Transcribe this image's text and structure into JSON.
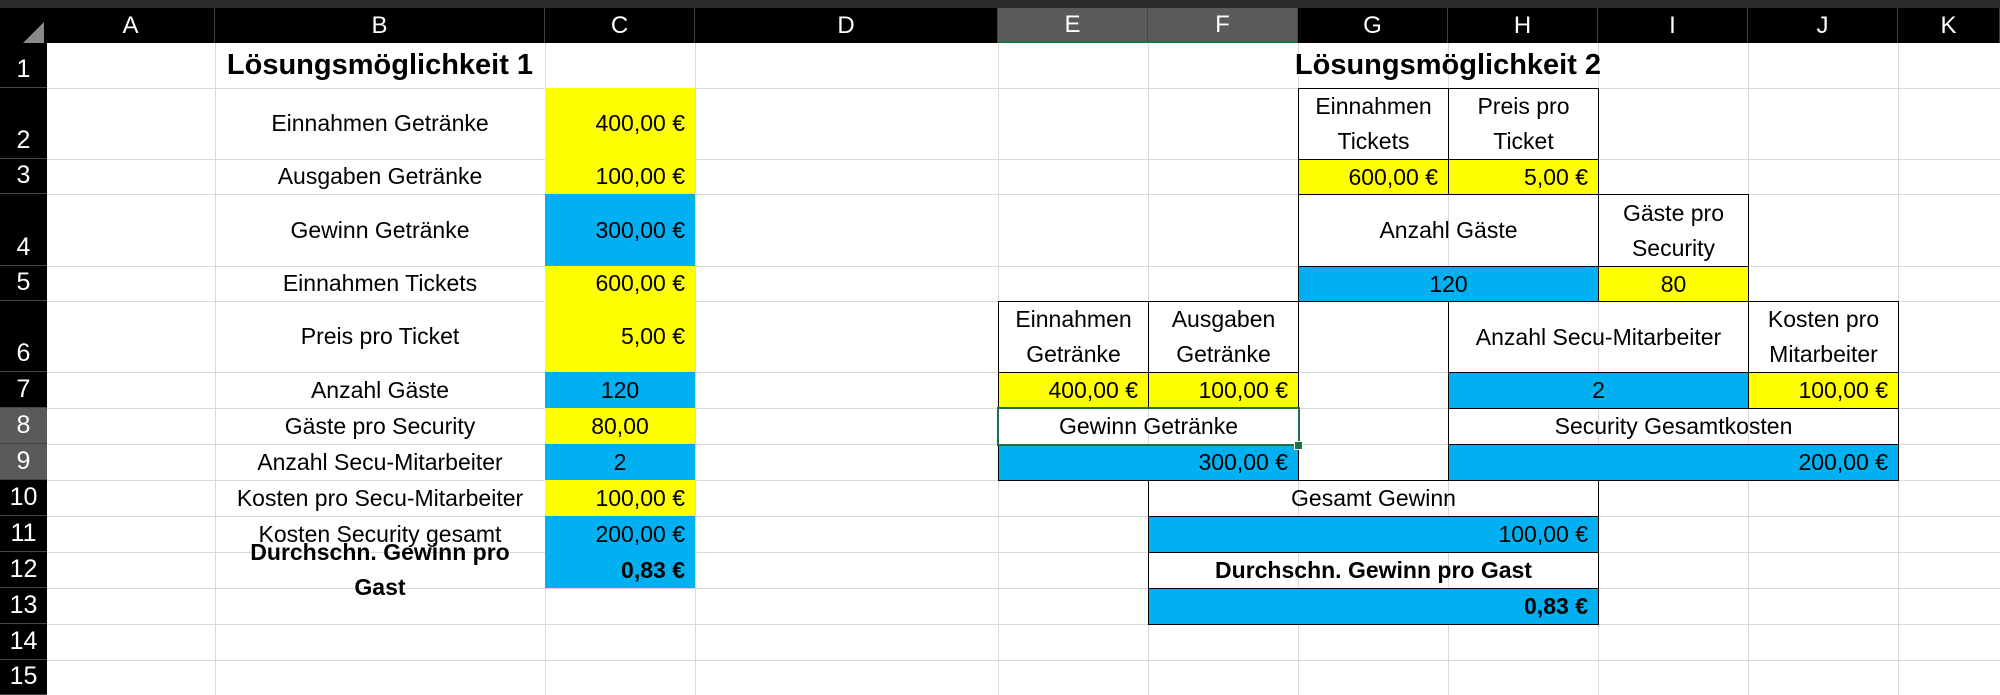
{
  "columns": [
    "A",
    "B",
    "C",
    "D",
    "E",
    "F",
    "G",
    "H",
    "I",
    "J",
    "K"
  ],
  "rows": [
    "1",
    "2",
    "3",
    "4",
    "5",
    "6",
    "7",
    "8",
    "9",
    "10",
    "11",
    "12",
    "13",
    "14",
    "15"
  ],
  "solution1": {
    "title": "Lösungsmöglichkeit 1",
    "items": [
      {
        "label": "Einnahmen Getränke",
        "value": "400,00 €"
      },
      {
        "label": "Ausgaben Getränke",
        "value": "100,00 €"
      },
      {
        "label": "Gewinn Getränke",
        "value": "300,00 €"
      },
      {
        "label": "Einnahmen Tickets",
        "value": "600,00 €"
      },
      {
        "label": "Preis pro Ticket",
        "value": "5,00 €"
      },
      {
        "label": "Anzahl Gäste",
        "value": "120"
      },
      {
        "label": "Gäste pro Security",
        "value": "80,00"
      },
      {
        "label": "Anzahl Secu-Mitarbeiter",
        "value": "2"
      },
      {
        "label": "Kosten pro Secu-Mitarbeiter",
        "value": "100,00 €"
      },
      {
        "label": "Kosten Security gesamt",
        "value": "200,00 €"
      },
      {
        "label": "Durchschn. Gewinn pro Gast",
        "value": "0,83 €"
      }
    ]
  },
  "solution2": {
    "title": "Lösungsmöglichkeit 2",
    "einnahmen_tickets": {
      "label": "Einnahmen Tickets",
      "value": "600,00 €"
    },
    "preis_pro_ticket": {
      "label": "Preis pro Ticket",
      "value": "5,00 €"
    },
    "anzahl_gaeste": {
      "label": "Anzahl Gäste",
      "value": "120"
    },
    "gaeste_pro_security": {
      "label": "Gäste pro Security",
      "value": "80"
    },
    "einnahmen_getraenke": {
      "label": "Einnahmen Getränke",
      "value": "400,00 €"
    },
    "ausgaben_getraenke": {
      "label": "Ausgaben Getränke",
      "value": "100,00 €"
    },
    "anzahl_secu": {
      "label": "Anzahl Secu-Mitarbeiter",
      "value": "2"
    },
    "kosten_pro_mitarbeiter": {
      "label": "Kosten pro Mitarbeiter",
      "value": "100,00 €"
    },
    "gewinn_getraenke": {
      "label": "Gewinn Getränke",
      "value": "300,00 €"
    },
    "security_gesamtkosten": {
      "label": "Security Gesamtkosten",
      "value": "200,00 €"
    },
    "gesamt_gewinn": {
      "label": "Gesamt Gewinn",
      "value": "100,00 €"
    },
    "durchschn_gewinn": {
      "label": "Durchschn. Gewinn pro Gast",
      "value": "0,83 €"
    }
  },
  "colors": {
    "yellow": "#ffff00",
    "blue": "#00b0f0",
    "selection": "#1e7145"
  }
}
